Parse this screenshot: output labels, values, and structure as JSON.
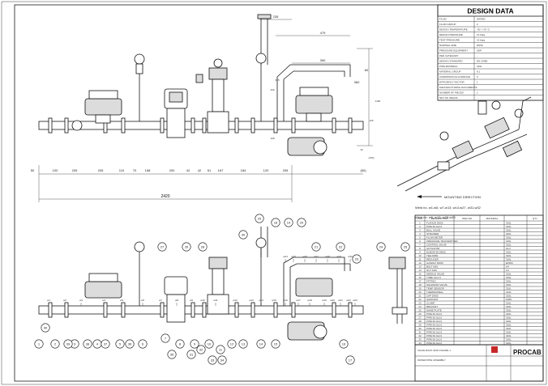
{
  "title_block": {
    "design_title": "DESIGN DATA",
    "brand": "PROCAB",
    "rows": [
      {
        "k": "FLUID",
        "v": "WATER"
      },
      {
        "k": "FLUID GROUP",
        "v": "2"
      },
      {
        "k": "DESIGN TEMPERATURE",
        "v": "-30 / +70 °C"
      },
      {
        "k": "DESIGN PRESSURE",
        "v": "10 barg"
      },
      {
        "k": "TEST PRESSURE",
        "v": "15 barg"
      },
      {
        "k": "NOMINAL SIZE",
        "v": "DN50"
      },
      {
        "k": "PRESSURE EQUIPMENT",
        "v": "SEP"
      },
      {
        "k": "PED CATEGORY",
        "v": "-"
      },
      {
        "k": "DESIGN STANDARD",
        "v": "EN 13480"
      },
      {
        "k": "PIPE MATERIAL",
        "v": "316L"
      },
      {
        "k": "MATERIAL GROUP",
        "v": "8.1"
      },
      {
        "k": "CORROSION ALLOWANCE",
        "v": "0"
      },
      {
        "k": "EFFICIENCY FACTOR",
        "v": "1"
      },
      {
        "k": "MANUFACTURING DOCUMENTS",
        "v": "-"
      },
      {
        "k": "NUMBER OF PIECES",
        "v": "1"
      },
      {
        "k": "NDT OF WELDS",
        "v": "-"
      }
    ],
    "drawing_title": "VALVE RACK SKID FIGURE 1",
    "drawing_subtitle": "WATER PIPE ASSEMBLY"
  },
  "dimensions": {
    "top": [
      "235",
      "479",
      "360",
      "390",
      "60"
    ],
    "bottom": [
      "50",
      "100",
      "205",
      "205",
      "110",
      "70",
      "158",
      "200",
      "42",
      "42",
      "51",
      "167",
      "184",
      "120",
      "205",
      "(50)"
    ],
    "overall": "2420",
    "side": [
      "340",
      "108",
      "1160",
      "335",
      "125",
      "40",
      "(150)"
    ]
  },
  "iso_notes": {
    "mounting_direction": "MOUNTING DIRECTION",
    "weld_line1": "Weld no. w1-w5, w7-w13, w14-w27, w31-w32",
    "weld_line2": "Weld no. w6, w13, w28-w30"
  },
  "bom_headers": [
    "POS",
    "DESCRIPTION",
    "ITEM NO",
    "MATERIAL",
    "QTY"
  ],
  "bom": [
    {
      "p": "1",
      "d": "FLANGE DN50",
      "m": "316L"
    },
    {
      "p": "2",
      "d": "PIPE 60.3x2.0",
      "m": "316L"
    },
    {
      "p": "3",
      "d": "BALL VALVE",
      "m": "316L"
    },
    {
      "p": "4",
      "d": "STRAINER",
      "m": "316L"
    },
    {
      "p": "5",
      "d": "FLOW METER",
      "m": "316L"
    },
    {
      "p": "6",
      "d": "PRESSURE TRANSMITTER",
      "m": "316L"
    },
    {
      "p": "7",
      "d": "CONTROL VALVE",
      "m": "316L"
    },
    {
      "p": "8",
      "d": "ACTUATOR",
      "m": "ALU"
    },
    {
      "p": "9",
      "d": "ELBOW 90 DN50",
      "m": "316L"
    },
    {
      "p": "10",
      "d": "TEE DN50",
      "m": "316L"
    },
    {
      "p": "11",
      "d": "REDUCER",
      "m": "316L"
    },
    {
      "p": "12",
      "d": "GASKET DN50",
      "m": "EPDM"
    },
    {
      "p": "13",
      "d": "BOLT M16",
      "m": "A4"
    },
    {
      "p": "14",
      "d": "NUT M16",
      "m": "A4"
    },
    {
      "p": "15",
      "d": "NEEDLE VALVE",
      "m": "316L"
    },
    {
      "p": "16",
      "d": "TUBE 12x1.5",
      "m": "316L"
    },
    {
      "p": "17",
      "d": "FITTING",
      "m": "316L"
    },
    {
      "p": "18",
      "d": "SOLENOID VALVE",
      "m": "316L"
    },
    {
      "p": "19",
      "d": "TEMP SENSOR",
      "m": "316L"
    },
    {
      "p": "20",
      "d": "THERMOWELL",
      "m": "316L"
    },
    {
      "p": "21",
      "d": "CAP DN50",
      "m": "316L"
    },
    {
      "p": "22",
      "d": "SUPPORT",
      "m": "S355"
    },
    {
      "p": "23",
      "d": "CLAMP",
      "m": "316L"
    },
    {
      "p": "24",
      "d": "BRACKET",
      "m": "316L"
    },
    {
      "p": "25",
      "d": "NAME PLATE",
      "m": "316L"
    },
    {
      "p": "26",
      "d": "PIPE 60.3x2.0",
      "m": "316L"
    },
    {
      "p": "27",
      "d": "PIPE 60.3x2.0",
      "m": "316L"
    },
    {
      "p": "28",
      "d": "PIPE 60.3x2.0",
      "m": "316L"
    },
    {
      "p": "29",
      "d": "PIPE 60.3x2.0",
      "m": "316L"
    },
    {
      "p": "30",
      "d": "PIPE 60.3x2.0",
      "m": "316L"
    },
    {
      "p": "31",
      "d": "PIPE 60.3x2.0",
      "m": "316L"
    },
    {
      "p": "32",
      "d": "PIPE 60.3x2.0",
      "m": "316L"
    },
    {
      "p": "33",
      "d": "PIPE 60.3x2.0",
      "m": "316L"
    },
    {
      "p": "34",
      "d": "PIPE 60.3x2.0",
      "m": "316L"
    }
  ],
  "callouts": [
    "1",
    "2",
    "3",
    "4",
    "5",
    "6",
    "7",
    "8",
    "9",
    "10",
    "11",
    "12",
    "13",
    "14",
    "15",
    "16",
    "17",
    "18",
    "19",
    "20",
    "21",
    "22",
    "23",
    "24",
    "25",
    "26",
    "27",
    "28",
    "29",
    "30",
    "31",
    "32",
    "33",
    "34",
    "35",
    "36",
    "37",
    "38",
    "39",
    "40"
  ],
  "welds": [
    "w1",
    "w2",
    "w3",
    "w4",
    "w5",
    "w6",
    "w7",
    "w8",
    "w9",
    "w10",
    "w11",
    "w12",
    "w13",
    "w14",
    "w15",
    "w16",
    "w17",
    "w18",
    "w19",
    "w20",
    "w21",
    "w22",
    "w23",
    "w24",
    "w25",
    "w26",
    "w27",
    "w28",
    "w29",
    "w30"
  ]
}
